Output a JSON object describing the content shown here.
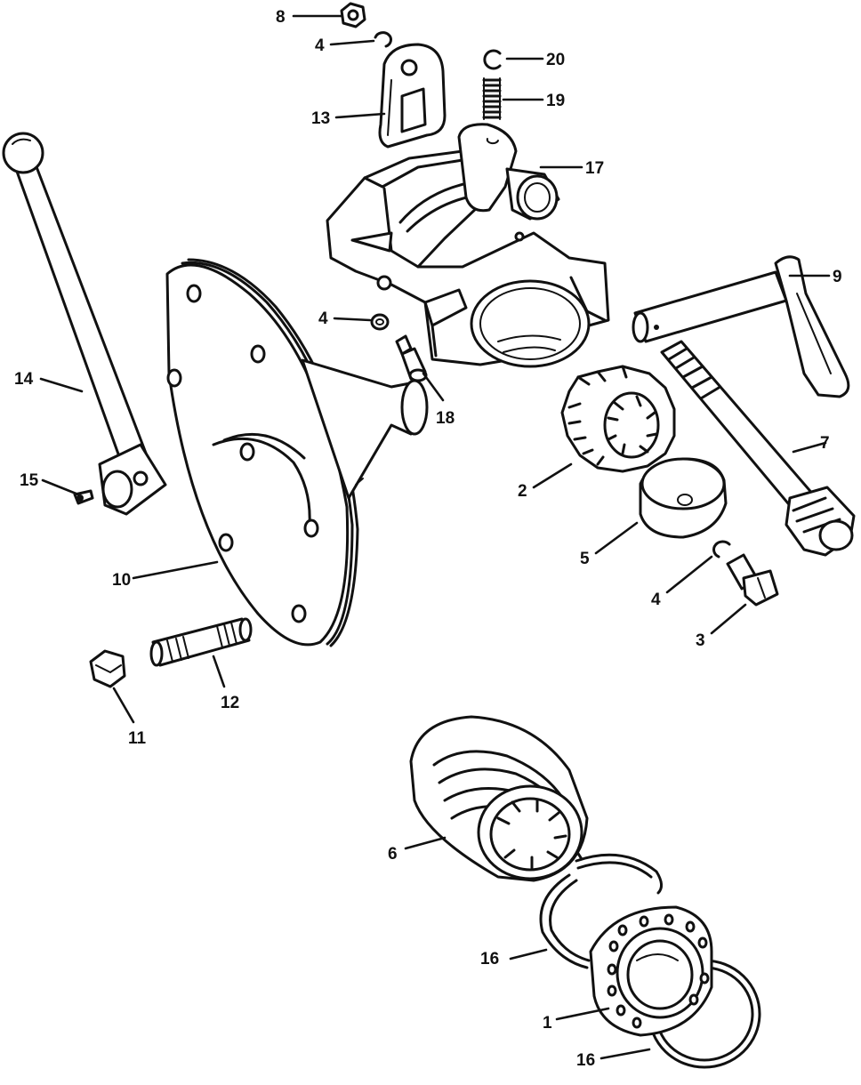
{
  "callouts": [
    {
      "id": "c1",
      "text": "1"
    },
    {
      "id": "c2",
      "text": "2"
    },
    {
      "id": "c3",
      "text": "3"
    },
    {
      "id": "c4a",
      "text": "4"
    },
    {
      "id": "c4b",
      "text": "4"
    },
    {
      "id": "c4c",
      "text": "4"
    },
    {
      "id": "c5",
      "text": "5"
    },
    {
      "id": "c6",
      "text": "6"
    },
    {
      "id": "c7",
      "text": "7"
    },
    {
      "id": "c8",
      "text": "8"
    },
    {
      "id": "c9",
      "text": "9"
    },
    {
      "id": "c10",
      "text": "10"
    },
    {
      "id": "c11",
      "text": "11"
    },
    {
      "id": "c12",
      "text": "12"
    },
    {
      "id": "c13",
      "text": "13"
    },
    {
      "id": "c14",
      "text": "14"
    },
    {
      "id": "c15",
      "text": "15"
    },
    {
      "id": "c16a",
      "text": "16"
    },
    {
      "id": "c16b",
      "text": "16"
    },
    {
      "id": "c17",
      "text": "17"
    },
    {
      "id": "c18",
      "text": "18"
    },
    {
      "id": "c19",
      "text": "19"
    },
    {
      "id": "c20",
      "text": "20"
    }
  ]
}
